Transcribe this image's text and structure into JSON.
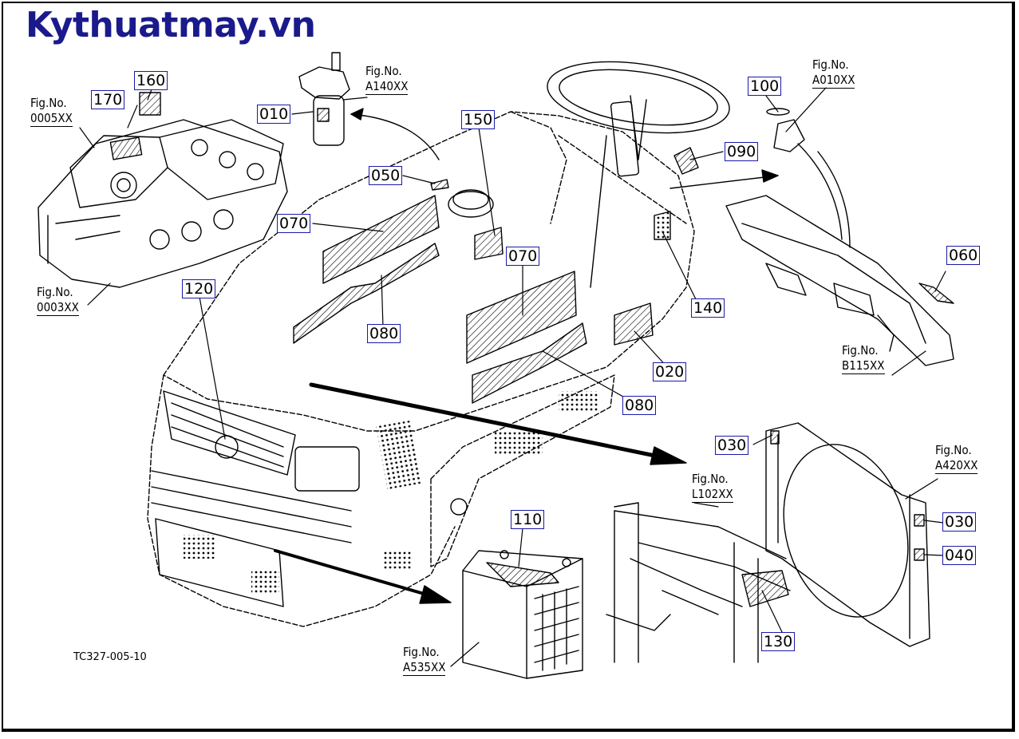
{
  "brand": {
    "text": "Kythuatmay.vn",
    "color": "#1a1a8c"
  },
  "drawing_code": "TC327-005-10",
  "part_labels": {
    "p010": "010",
    "p020": "020",
    "p030a": "030",
    "p030b": "030",
    "p040": "040",
    "p050": "050",
    "p060": "060",
    "p070a": "070",
    "p070b": "070",
    "p080a": "080",
    "p080b": "080",
    "p090": "090",
    "p100": "100",
    "p110": "110",
    "p120": "120",
    "p130": "130",
    "p140": "140",
    "p150": "150",
    "p160": "160",
    "p170": "170"
  },
  "fig_refs": {
    "f0005": {
      "label": "Fig.No.",
      "num": "0005XX"
    },
    "f0003": {
      "label": "Fig.No.",
      "num": "0003XX"
    },
    "fA140": {
      "label": "Fig.No.",
      "num": "A140XX"
    },
    "fA010": {
      "label": "Fig.No.",
      "num": "A010XX"
    },
    "fB115": {
      "label": "Fig.No.",
      "num": "B115XX"
    },
    "fL102": {
      "label": "Fig.No.",
      "num": "L102XX"
    },
    "fA420": {
      "label": "Fig.No.",
      "num": "A420XX"
    },
    "fA535": {
      "label": "Fig.No.",
      "num": "A535XX"
    }
  },
  "colors": {
    "label_border": "#1a1aa8",
    "line": "#000000"
  }
}
